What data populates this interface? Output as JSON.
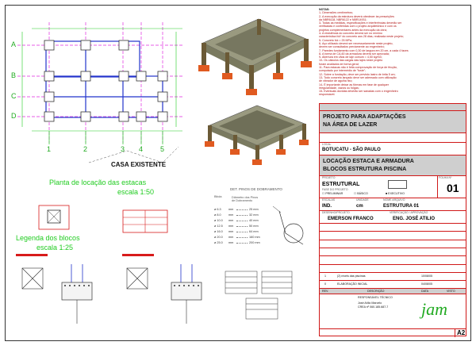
{
  "grid": {
    "rows": [
      "A",
      "B",
      "C",
      "D"
    ],
    "cols": [
      "1",
      "2",
      "3",
      "4",
      "5"
    ]
  },
  "plan": {
    "title_line1": "Planta de locação das estacas",
    "title_line2": "escala 1:50",
    "existing_label": "CASA EXISTENTE"
  },
  "legend": {
    "title_line1": "Legenda dos blocos",
    "title_line2": "escala 1:25"
  },
  "rebar_table": {
    "title": "DET. PINOS DE DOBRAMENTO",
    "col1": "Bitola",
    "col2": "Diâmetro dos Pinos de Dobramento",
    "rows": [
      {
        "bitola": "ø 6.3",
        "mm": "mm",
        "value": "25 mm"
      },
      {
        "bitola": "ø 8.0",
        "mm": "mm",
        "value": "32 mm"
      },
      {
        "bitola": "ø 10.0",
        "mm": "mm",
        "value": "40 mm"
      },
      {
        "bitola": "ø 12.5",
        "mm": "mm",
        "value": "50 mm"
      },
      {
        "bitola": "ø 16.0",
        "mm": "mm",
        "value": "64 mm"
      },
      {
        "bitola": "ø 20.0",
        "mm": "mm",
        "value": "160 mm"
      },
      {
        "bitola": "ø 25.0",
        "mm": "mm",
        "value": "200 mm"
      }
    ]
  },
  "notes": {
    "title": "NOTAS:",
    "lines": [
      "1- Dimensões centímetros;",
      "2- A execução da estrutura deverá obedecer às prescrições",
      "da NBR6118, NBR6122 e NBR14931;",
      "3- Todas as medidas, especificações e interferências deverão ser",
      "verificadas e conferidas com o projeto arquitetônico e com os",
      "projetos complementares antes da execução da obra;",
      "4- A resistência do concreto deverá ser no mínimo",
      "característica fck* do concreto aos 28 dias, realizada neste projeto;",
      "5- Concreto fck = 25 MPa;",
      "6- Aço utilizado deverá ser necessariamente neste projeto,",
      "devem ser consultados previamente ao engenheiro;",
      "7- Paredes fundamento com 0,30 de largura em 20 cm, a cada 4 faces",
      "8- A forma de CA-60 da armadura deverá ser aprovada;",
      "9- Abertura em vãos de laje comum = 4,50 kg/m3;",
      "10- Os cálculos das cargas das lajes neste projeto",
      "foram avaliados de forma geral;",
      "11- Para estacas não é feita comprovação de força de fricção,",
      "computado por intermédio de \"fuste\";",
      "12- Sobre a fundação, deve ser previsto lastro de brita 5 cm;",
      "13- Todo concreto lançado deve ser adensado com utilização",
      "de vibrador de agulha fixo;",
      "14- É importante deixar as fôrmas em fase de qualquer",
      "irregularidade, vazios ou folgas;",
      "15- Eventuais dúvidas deverão ser sanadas com o engenheiro",
      "responsável."
    ]
  },
  "title_block": {
    "project_title_line1": "PROJETO PARA ADAPTAÇÕES",
    "project_title_line2": "NA ÁREA DE LAZER",
    "local_label": "LOCAL",
    "local": "BOTUCATU - SÃO PAULO",
    "content_line1": "LOCAÇÃO ESTACA E ARMADURA",
    "content_line2": "BLOCOS ESTRUTURA PISCINA",
    "projeto_label": "PROJETO",
    "projeto": "ESTRUTURAL",
    "folha_label": "FOLHA Nº",
    "folha": "01",
    "fase_label": "FASE DO PROJETO",
    "fase_options": [
      "PRELIMINAR",
      "BÁSICO",
      "EXECUTIVO"
    ],
    "escalas_label": "ESCALAS",
    "escalas": "IND.",
    "unidade_label": "UNIDADE",
    "unidade": "cm",
    "nome_label": "NOME ARQUIVO",
    "nome": "ESTRUTURA 01",
    "desenho_label": "DESENHO/PROJETO",
    "desenho": "EMERSON FRANCO",
    "verif_label": "VERIFICAÇÃO / APROVAÇÃO",
    "verif": "ENG. JOSÉ ATILIO",
    "revisions": [
      {
        "n": "1",
        "desc": "(2) níveis das piscinas",
        "date": "10/08/05"
      },
      {
        "n": "0",
        "desc": "ELABORAÇÃO INICIAL",
        "date": "04/08/05"
      }
    ],
    "rev_header": [
      "REV.",
      "DESCRIÇÃO",
      "DATA",
      "VISTO"
    ],
    "resp_label": "RESPONSÁVEL TÉCNICO",
    "resp_name": "José Atílio Marcelo",
    "resp_crea": "CREA nº 060.185.687-7",
    "logo": "jam",
    "sheet_size": "A2"
  },
  "colors": {
    "grid_green": "#22cc22",
    "grid_magenta": "#e028e0",
    "title_red": "#d01818",
    "column_brown": "#6b5a36",
    "beam_gray": "#9a9a80",
    "footing_orange": "#e05a20"
  }
}
